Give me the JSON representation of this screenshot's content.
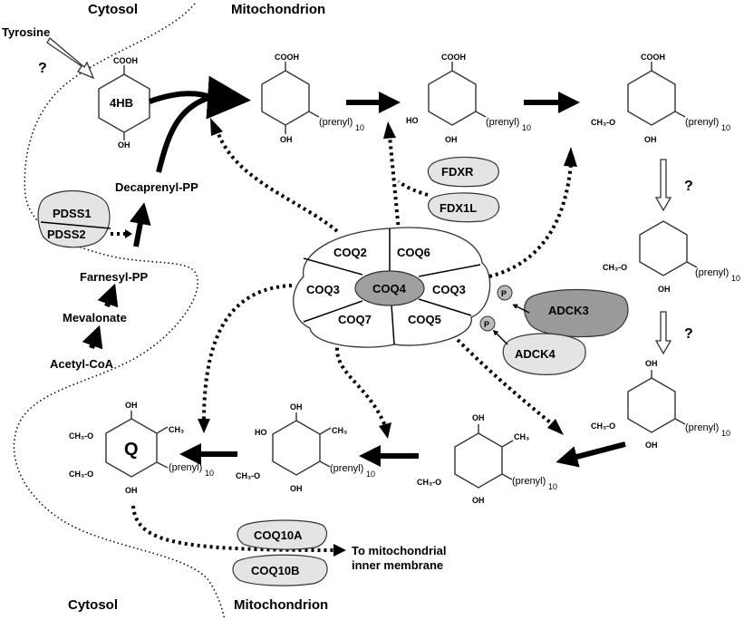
{
  "regions": {
    "cytosol_top": "Cytosol",
    "mito_top": "Mitochondrion",
    "cytosol_bottom": "Cytosol",
    "mito_bottom": "Mitochondrion"
  },
  "cytosol_metabolites": {
    "tyrosine": "Tyrosine",
    "question1": "?",
    "hb4": "4HB",
    "decaprenyl": "Decaprenyl-PP",
    "farnesyl": "Farnesyl-PP",
    "mevalonate": "Mevalonate",
    "acetyl": "Acetyl-CoA"
  },
  "enzymes": {
    "pdss1": "PDSS1",
    "pdss2": "PDSS2",
    "fdxr": "FDXR",
    "fdx1l": "FDX1L",
    "adck3": "ADCK3",
    "adck4": "ADCK4",
    "coq10a": "COQ10A",
    "coq10b": "COQ10B",
    "phospho": "P"
  },
  "complex": {
    "center": "COQ4",
    "coq2": "COQ2",
    "coq6": "COQ6",
    "coq3_left": "COQ3",
    "coq3_right": "COQ3",
    "coq7": "COQ7",
    "coq5": "COQ5"
  },
  "chem": {
    "cooh": "COOH",
    "oh": "OH",
    "ho": "HO",
    "ch3o": "CH₃-O",
    "ch3": "CH₃",
    "prenyl": "(prenyl)",
    "ten": "10",
    "q": "Q"
  },
  "question_marks": [
    "?",
    "?"
  ],
  "destination": [
    "To mitochondrial",
    "inner membrane"
  ]
}
